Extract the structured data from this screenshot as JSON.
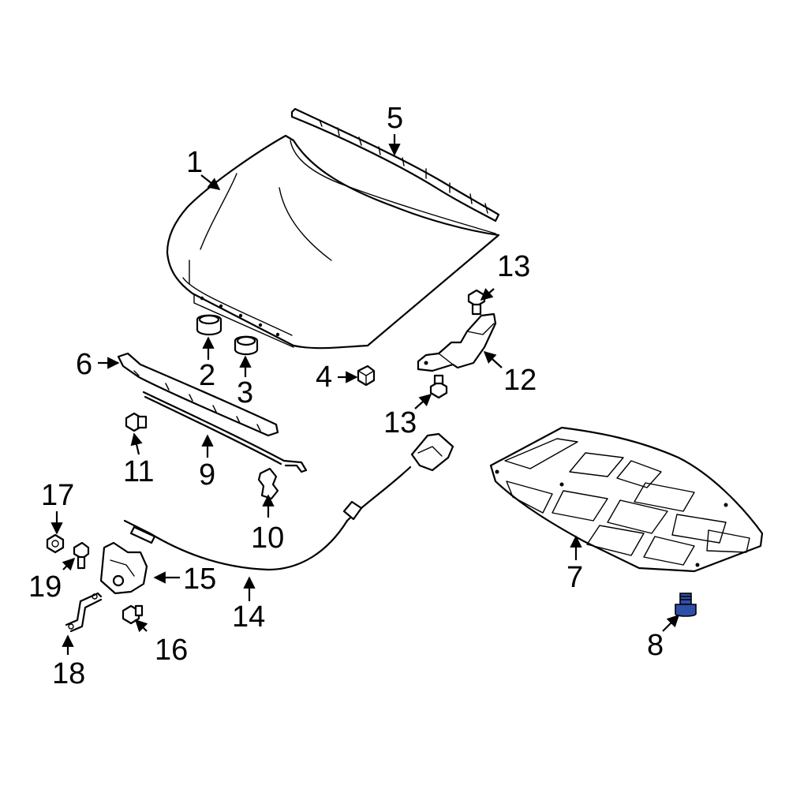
{
  "diagram": {
    "highlight_color": "#2f4fa8",
    "highlighted_callout": "8",
    "callouts": [
      {
        "id": "1",
        "text": "1"
      },
      {
        "id": "2",
        "text": "2"
      },
      {
        "id": "3",
        "text": "3"
      },
      {
        "id": "4",
        "text": "4"
      },
      {
        "id": "5",
        "text": "5"
      },
      {
        "id": "6",
        "text": "6"
      },
      {
        "id": "7",
        "text": "7"
      },
      {
        "id": "8",
        "text": "8"
      },
      {
        "id": "9",
        "text": "9"
      },
      {
        "id": "10",
        "text": "10"
      },
      {
        "id": "11",
        "text": "11"
      },
      {
        "id": "12",
        "text": "12"
      },
      {
        "id": "13a",
        "text": "13"
      },
      {
        "id": "13b",
        "text": "13"
      },
      {
        "id": "14",
        "text": "14"
      },
      {
        "id": "15",
        "text": "15"
      },
      {
        "id": "16",
        "text": "16"
      },
      {
        "id": "17",
        "text": "17"
      },
      {
        "id": "18",
        "text": "18"
      },
      {
        "id": "19",
        "text": "19"
      }
    ]
  }
}
